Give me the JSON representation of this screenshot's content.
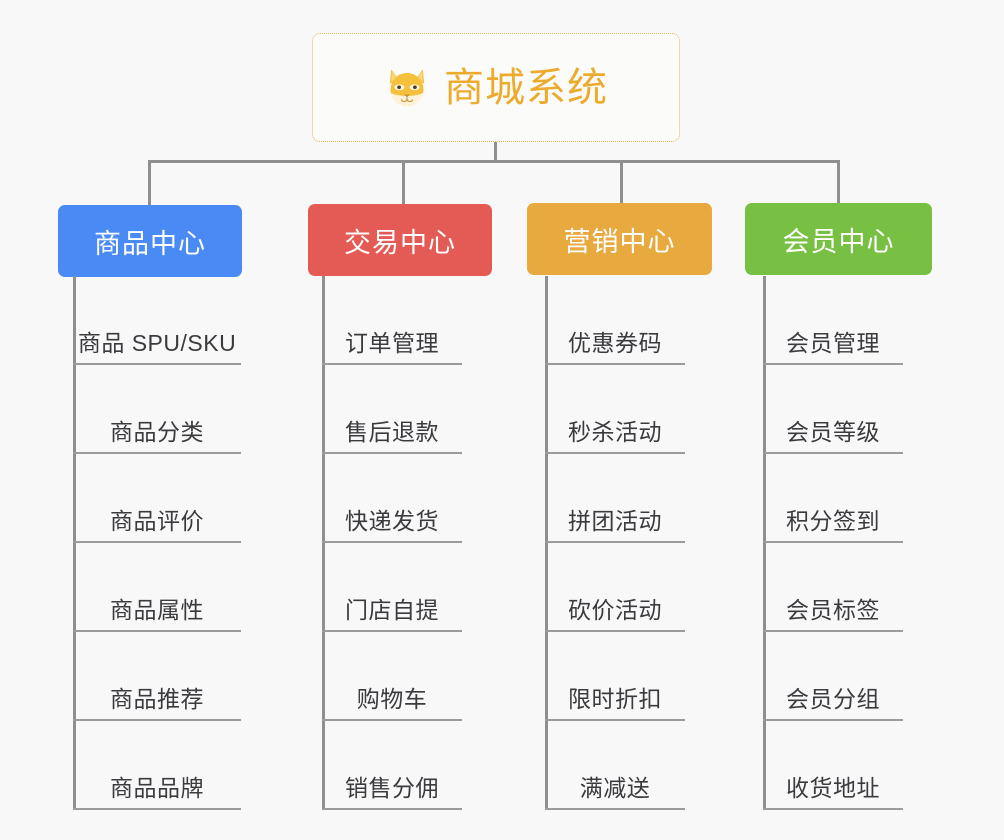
{
  "diagram": {
    "type": "org-chart",
    "background_color": "#f8f8f8",
    "connector_color": "#8f8f8f"
  },
  "root": {
    "title": "商城系统",
    "icon": "shiba-inu-dog-emoji",
    "text_color": "#edab2e",
    "border_color": "#e8b35a"
  },
  "columns": [
    {
      "id": "product-center",
      "label": "商品中心",
      "color": "#4a8af4",
      "items": [
        {
          "label": "商品 SPU/SKU"
        },
        {
          "label": "商品分类"
        },
        {
          "label": "商品评价"
        },
        {
          "label": "商品属性"
        },
        {
          "label": "商品推荐"
        },
        {
          "label": "商品品牌"
        }
      ]
    },
    {
      "id": "trade-center",
      "label": "交易中心",
      "color": "#e35b54",
      "items": [
        {
          "label": "订单管理"
        },
        {
          "label": "售后退款"
        },
        {
          "label": "快递发货"
        },
        {
          "label": "门店自提"
        },
        {
          "label": "购物车"
        },
        {
          "label": "销售分佣"
        }
      ]
    },
    {
      "id": "marketing-center",
      "label": "营销中心",
      "color": "#e8a93f",
      "items": [
        {
          "label": "优惠券码"
        },
        {
          "label": "秒杀活动"
        },
        {
          "label": "拼团活动"
        },
        {
          "label": "砍价活动"
        },
        {
          "label": "限时折扣"
        },
        {
          "label": "满减送"
        }
      ]
    },
    {
      "id": "member-center",
      "label": "会员中心",
      "color": "#78c043",
      "items": [
        {
          "label": "会员管理"
        },
        {
          "label": "会员等级"
        },
        {
          "label": "积分签到"
        },
        {
          "label": "会员标签"
        },
        {
          "label": "会员分组"
        },
        {
          "label": "收货地址"
        }
      ]
    }
  ]
}
